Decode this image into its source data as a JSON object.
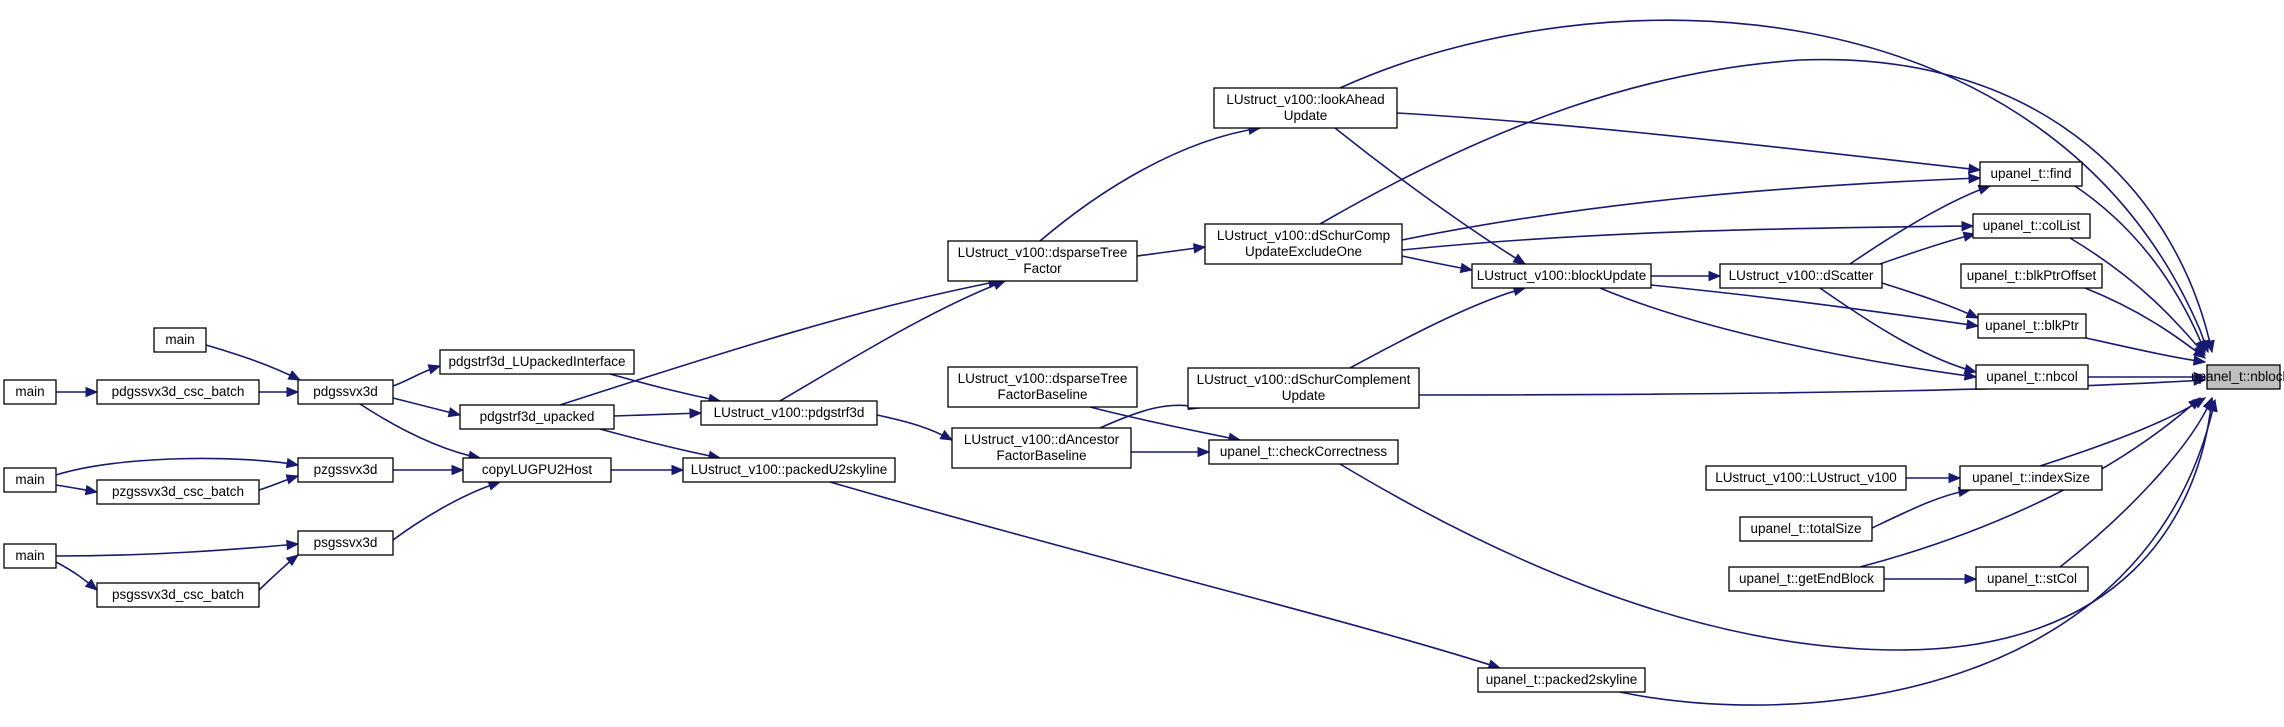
{
  "diagram": {
    "nodes": [
      {
        "id": "nblocks",
        "lines": [
          "upanel_t::nblocks"
        ],
        "target": true
      },
      {
        "id": "lookAhead",
        "lines": [
          "LUstruct_v100::lookAhead",
          "Update"
        ]
      },
      {
        "id": "find",
        "lines": [
          "upanel_t::find"
        ]
      },
      {
        "id": "colList",
        "lines": [
          "upanel_t::colList"
        ]
      },
      {
        "id": "blkPtrOffset",
        "lines": [
          "upanel_t::blkPtrOffset"
        ]
      },
      {
        "id": "blkPtr",
        "lines": [
          "upanel_t::blkPtr"
        ]
      },
      {
        "id": "nbcol",
        "lines": [
          "upanel_t::nbcol"
        ]
      },
      {
        "id": "indexSize",
        "lines": [
          "upanel_t::indexSize"
        ]
      },
      {
        "id": "stCol",
        "lines": [
          "upanel_t::stCol"
        ]
      },
      {
        "id": "dScatter",
        "lines": [
          "LUstruct_v100::dScatter"
        ]
      },
      {
        "id": "blockUpdate",
        "lines": [
          "LUstruct_v100::blockUpdate"
        ]
      },
      {
        "id": "dSchurExcl",
        "lines": [
          "LUstruct_v100::dSchurComp",
          "UpdateExcludeOne"
        ]
      },
      {
        "id": "dSchurComp",
        "lines": [
          "LUstruct_v100::dSchurComplement",
          "Update"
        ]
      },
      {
        "id": "checkCorr",
        "lines": [
          "upanel_t::checkCorrectness"
        ]
      },
      {
        "id": "dsparseTree",
        "lines": [
          "LUstruct_v100::dsparseTree",
          "Factor"
        ]
      },
      {
        "id": "dsparseTreeBase",
        "lines": [
          "LUstruct_v100::dsparseTree",
          "FactorBaseline"
        ]
      },
      {
        "id": "dAncestor",
        "lines": [
          "LUstruct_v100::dAncestor",
          "FactorBaseline"
        ]
      },
      {
        "id": "pdgstrf3d",
        "lines": [
          "LUstruct_v100::pdgstrf3d"
        ]
      },
      {
        "id": "packedU2",
        "lines": [
          "LUstruct_v100::packedU2skyline"
        ]
      },
      {
        "id": "pdgstrfLUp",
        "lines": [
          "pdgstrf3d_LUpackedInterface"
        ]
      },
      {
        "id": "pdgstrfUp",
        "lines": [
          "pdgstrf3d_upacked"
        ]
      },
      {
        "id": "copyLUGPU",
        "lines": [
          "copyLUGPU2Host"
        ]
      },
      {
        "id": "pdgssvx3d",
        "lines": [
          "pdgssvx3d"
        ]
      },
      {
        "id": "pzgssvx3d",
        "lines": [
          "pzgssvx3d"
        ]
      },
      {
        "id": "psgssvx3d",
        "lines": [
          "psgssvx3d"
        ]
      },
      {
        "id": "pdgssvxBatch",
        "lines": [
          "pdgssvx3d_csc_batch"
        ]
      },
      {
        "id": "pzgssvxBatch",
        "lines": [
          "pzgssvx3d_csc_batch"
        ]
      },
      {
        "id": "psgssvxBatch",
        "lines": [
          "psgssvx3d_csc_batch"
        ]
      },
      {
        "id": "mainTop",
        "lines": [
          "main"
        ]
      },
      {
        "id": "main1",
        "lines": [
          "main"
        ]
      },
      {
        "id": "main2",
        "lines": [
          "main"
        ]
      },
      {
        "id": "main3",
        "lines": [
          "main"
        ]
      },
      {
        "id": "LUv100ctor",
        "lines": [
          "LUstruct_v100::LUstruct_v100"
        ]
      },
      {
        "id": "totalSize",
        "lines": [
          "upanel_t::totalSize"
        ]
      },
      {
        "id": "getEndBlock",
        "lines": [
          "upanel_t::getEndBlock"
        ]
      },
      {
        "id": "packed2sky",
        "lines": [
          "upanel_t::packed2skyline"
        ]
      }
    ],
    "edges": [
      [
        "find",
        "nblocks"
      ],
      [
        "colList",
        "nblocks"
      ],
      [
        "blkPtrOffset",
        "nblocks"
      ],
      [
        "blkPtr",
        "nblocks"
      ],
      [
        "nbcol",
        "nblocks"
      ],
      [
        "indexSize",
        "nblocks"
      ],
      [
        "stCol",
        "nblocks"
      ],
      [
        "lookAhead",
        "nblocks"
      ],
      [
        "dSchurExcl",
        "nblocks"
      ],
      [
        "dSchurComp",
        "nblocks"
      ],
      [
        "checkCorr",
        "nblocks"
      ],
      [
        "getEndBlock",
        "nblocks"
      ],
      [
        "packed2sky",
        "nblocks"
      ],
      [
        "lookAhead",
        "find"
      ],
      [
        "dSchurExcl",
        "find"
      ],
      [
        "dScatter",
        "find"
      ],
      [
        "dSchurExcl",
        "colList"
      ],
      [
        "dScatter",
        "colList"
      ],
      [
        "dScatter",
        "blkPtr"
      ],
      [
        "blockUpdate",
        "blkPtr"
      ],
      [
        "dScatter",
        "nbcol"
      ],
      [
        "blockUpdate",
        "nbcol"
      ],
      [
        "LUv100ctor",
        "indexSize"
      ],
      [
        "totalSize",
        "indexSize"
      ],
      [
        "getEndBlock",
        "stCol"
      ],
      [
        "blockUpdate",
        "dScatter"
      ],
      [
        "lookAhead",
        "blockUpdate"
      ],
      [
        "dSchurExcl",
        "blockUpdate"
      ],
      [
        "dSchurComp",
        "blockUpdate"
      ],
      [
        "dsparseTree",
        "lookAhead"
      ],
      [
        "dsparseTree",
        "dSchurExcl"
      ],
      [
        "dAncestor",
        "dSchurComp"
      ],
      [
        "dsparseTreeBase",
        "checkCorr"
      ],
      [
        "dAncestor",
        "checkCorr"
      ],
      [
        "pdgstrf3d",
        "dsparseTree"
      ],
      [
        "pdgstrfUp",
        "dsparseTree"
      ],
      [
        "pdgstrf3d",
        "dAncestor"
      ],
      [
        "pdgstrfLUp",
        "pdgstrf3d"
      ],
      [
        "pdgstrfUp",
        "pdgstrf3d"
      ],
      [
        "copyLUGPU",
        "packedU2"
      ],
      [
        "pdgstrfUp",
        "packedU2"
      ],
      [
        "packedU2",
        "packed2sky"
      ],
      [
        "pdgssvx3d",
        "pdgstrfLUp"
      ],
      [
        "pdgssvx3d",
        "pdgstrfUp"
      ],
      [
        "pdgssvx3d",
        "copyLUGPU"
      ],
      [
        "pzgssvx3d",
        "copyLUGPU"
      ],
      [
        "psgssvx3d",
        "copyLUGPU"
      ],
      [
        "mainTop",
        "pdgssvx3d"
      ],
      [
        "pdgssvxBatch",
        "pdgssvx3d"
      ],
      [
        "main2",
        "pzgssvx3d"
      ],
      [
        "pzgssvxBatch",
        "pzgssvx3d"
      ],
      [
        "main3",
        "psgssvx3d"
      ],
      [
        "psgssvxBatch",
        "psgssvx3d"
      ],
      [
        "main1",
        "pdgssvxBatch"
      ],
      [
        "main2",
        "pzgssvxBatch"
      ],
      [
        "main3",
        "psgssvxBatch"
      ]
    ]
  }
}
